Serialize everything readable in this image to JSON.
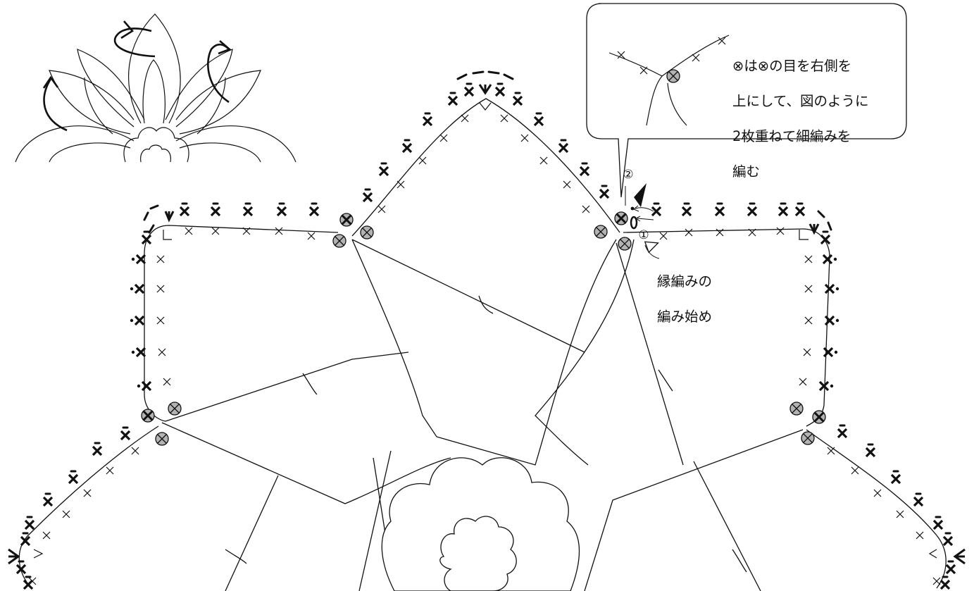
{
  "callout": {
    "text_line1": "⊗は⊗の目を右側を",
    "text_line2": "上にして、図のように",
    "text_line3": "2枚重ねて細編みを",
    "text_line4": "編む"
  },
  "start_label": {
    "line1": "縁編みの",
    "line2": "編み始め"
  },
  "step_labels": {
    "one": "①",
    "two": "②"
  },
  "colors": {
    "stroke": "#111111",
    "marker_fill": "#b3b3b3"
  },
  "icons": {
    "rotate_arrows": "curved-arrow-icon",
    "joining_stitch": "circled-x-icon",
    "start_triangle": "triangle-icon"
  }
}
